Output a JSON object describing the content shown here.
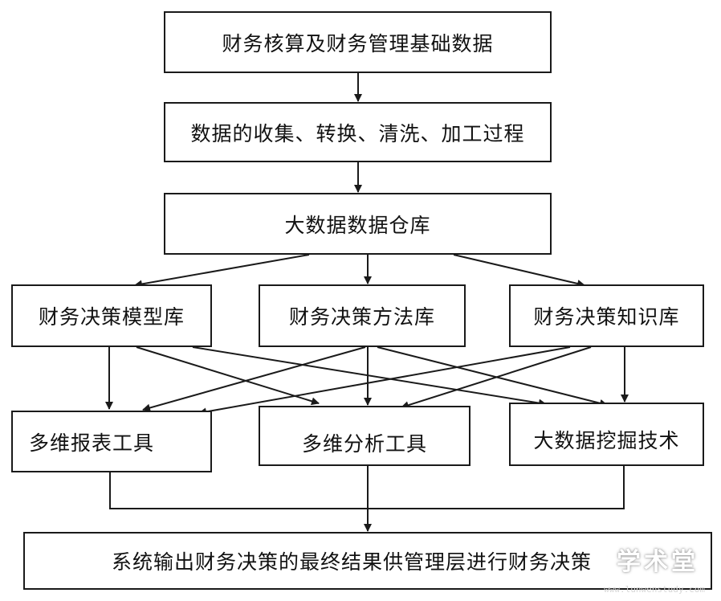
{
  "nodes": {
    "basic_data": "财务核算及财务管理基础数据",
    "processing": "数据的收集、转换、清洗、加工过程",
    "warehouse": "大数据数据仓库",
    "model_lib": "财务决策模型库",
    "method_lib": "财务决策方法库",
    "knowledge_lib": "财务决策知识库",
    "report_tool": "多维报表工具",
    "analysis_tool": "多维分析工具",
    "mining_tool": "大数据挖掘技术",
    "output": "系统输出财务决策的最终结果供管理层进行财务决策"
  },
  "watermark": {
    "logo_text": "学术堂",
    "url_text": "www.lunwenstudy.com"
  },
  "colors": {
    "line": "#1a1a1a",
    "background": "#ffffff"
  }
}
